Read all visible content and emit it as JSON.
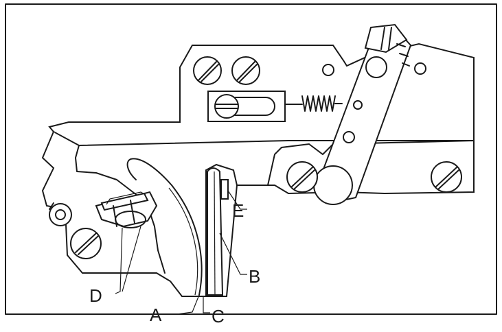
{
  "diagram": {
    "labels": {
      "a": "A",
      "b": "B",
      "c": "C",
      "d": "D",
      "e": "E"
    },
    "colors": {
      "line": "#1a1a1a",
      "background": "#ffffff"
    }
  }
}
